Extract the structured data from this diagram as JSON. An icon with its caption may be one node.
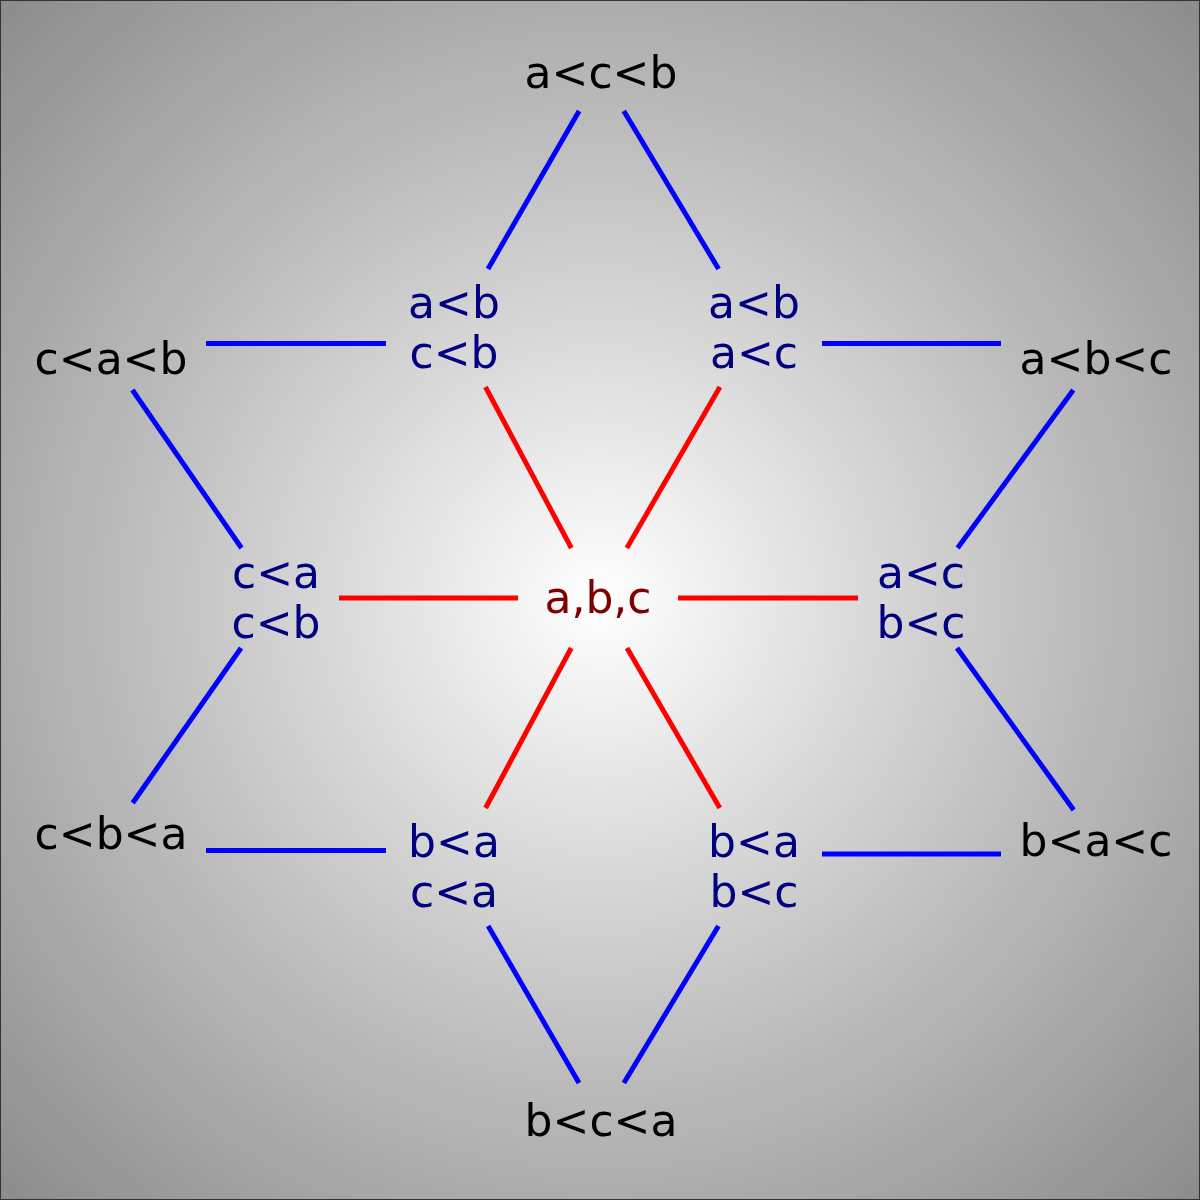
{
  "diagram": {
    "nodes": [
      {
        "text": [
          "a<c<b"
        ]
      },
      {
        "text": [
          "a<b",
          "c<b"
        ]
      },
      {
        "text": [
          "a<b",
          "a<c"
        ]
      },
      {
        "text": [
          "c<a<b"
        ]
      },
      {
        "text": [
          "a<b<c"
        ]
      },
      {
        "text": [
          "c<a",
          "c<b"
        ]
      },
      {
        "text": [
          "a,b,c"
        ]
      },
      {
        "text": [
          "a<c",
          "b<c"
        ]
      },
      {
        "text": [
          "c<b<a"
        ]
      },
      {
        "text": [
          "b<a",
          "c<a"
        ]
      },
      {
        "text": [
          "b<a",
          "b<c"
        ]
      },
      {
        "text": [
          "b<a<c"
        ]
      },
      {
        "text": [
          "b<c<a"
        ]
      }
    ],
    "edges": [
      {
        "from": 0,
        "to": 1,
        "arrow": "none"
      },
      {
        "from": 0,
        "to": 2,
        "arrow": "none"
      },
      {
        "from": 3,
        "to": 1,
        "arrow": "none"
      },
      {
        "from": 2,
        "to": 4,
        "arrow": "none"
      },
      {
        "from": 6,
        "to": 1,
        "arrow": "none",
        "color": "#ff0000"
      },
      {
        "from": 6,
        "to": 2,
        "arrow": "none",
        "color": "#ff0000"
      },
      {
        "from": 3,
        "to": 5,
        "arrow": "none"
      },
      {
        "from": 4,
        "to": 7,
        "arrow": "none"
      },
      {
        "from": 6,
        "to": 5,
        "arrow": "none",
        "color": "#ff0000"
      },
      {
        "from": 6,
        "to": 7,
        "arrow": "none",
        "color": "#ff0000"
      },
      {
        "from": 5,
        "to": 8,
        "arrow": "none"
      },
      {
        "from": 7,
        "to": 11,
        "arrow": "none"
      },
      {
        "from": 6,
        "to": 9,
        "arrow": "none",
        "color": "#ff0000"
      },
      {
        "from": 6,
        "to": 10,
        "arrow": "none",
        "color": "#ff0000"
      },
      {
        "from": 8,
        "to": 9,
        "arrow": "none"
      },
      {
        "from": 10,
        "to": 11,
        "arrow": "none"
      },
      {
        "from": 9,
        "to": 12,
        "arrow": "none"
      },
      {
        "from": 10,
        "to": 12,
        "arrow": "none"
      }
    ]
  }
}
